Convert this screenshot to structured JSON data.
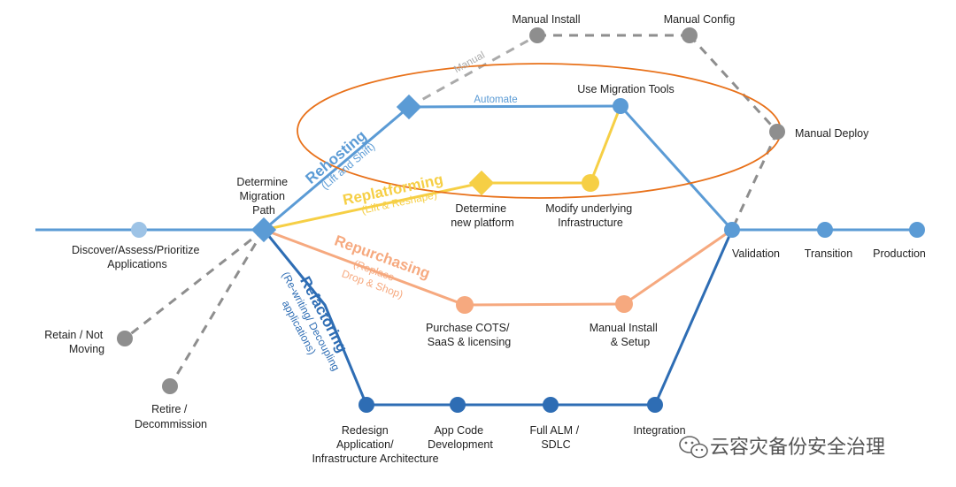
{
  "colors": {
    "blue_light": "#5b9bd5",
    "blue_dark": "#2e6db4",
    "yellow": "#f6cf45",
    "peach": "#f6a97f",
    "gray": "#8e8e8e",
    "ellipse": "#e8711a",
    "discover_node": "#9dc3e6"
  },
  "nodes": {
    "discover": "Discover/Assess/Prioritize Applications",
    "determine_line1": "Determine",
    "determine_line2": "Migration",
    "determine_line3": "Path",
    "retain_line1": "Retain / Not",
    "retain_line2": "Moving",
    "retire_line1": "Retire /",
    "retire_line2": "Decommission",
    "manual_install": "Manual Install",
    "manual_config": "Manual Config",
    "manual_deploy": "Manual Deploy",
    "use_migration_tools": "Use Migration Tools",
    "det_platform_line1": "Determine",
    "det_platform_line2": "new platform",
    "modify_line1": "Modify underlying",
    "modify_line2": "Infrastructure",
    "purchase_line1": "Purchase COTS/",
    "purchase_line2": "SaaS & licensing",
    "manual_setup_line1": "Manual Install",
    "manual_setup_line2": "& Setup",
    "redesign_line1": "Redesign",
    "redesign_line2": "Application/",
    "redesign_line3": "Infrastructure Architecture",
    "app_code_line1": "App Code",
    "app_code_line2": "Development",
    "full_alm_line1": "Full ALM /",
    "full_alm_line2": "SDLC",
    "integration": "Integration",
    "validation": "Validation",
    "transition": "Transition",
    "production": "Production"
  },
  "edges": {
    "automate": "Automate",
    "manual": "Manual"
  },
  "paths": {
    "rehosting": "Rehosting",
    "rehosting_sub": "(Lift and Shift)",
    "replatforming": "Replatforming",
    "replatforming_sub": "(Lift & Reshape)",
    "repurchasing": "Repurchasing",
    "repurchasing_sub1": "(Replace -",
    "repurchasing_sub2": "Drop & Shop)",
    "refactoring": "Refactoring",
    "refactoring_sub1": "(Re-writing/ Decoupling",
    "refactoring_sub2": "applications)"
  },
  "watermark": "云容灾备份安全治理"
}
